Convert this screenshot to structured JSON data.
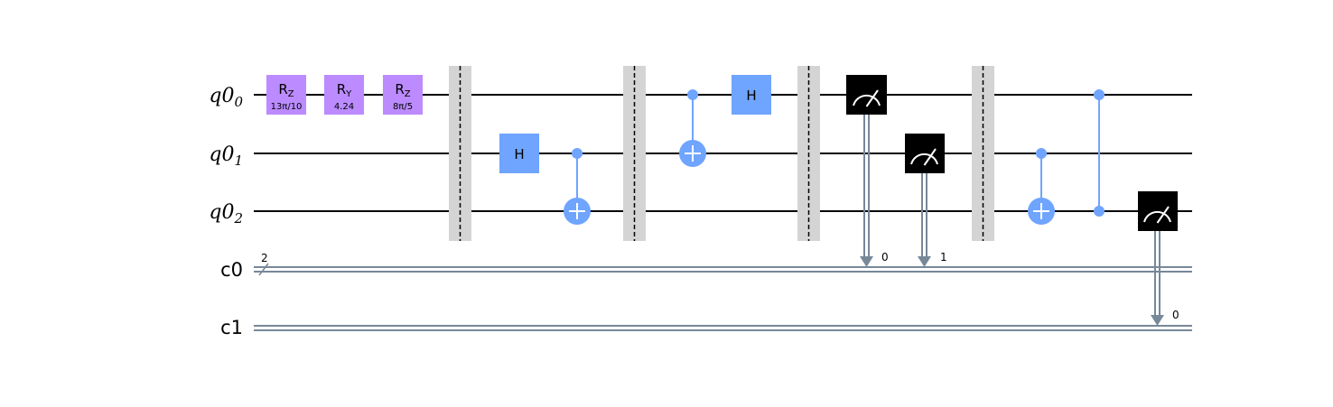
{
  "qubits": [
    {
      "base": "q0",
      "sub": "0"
    },
    {
      "base": "q0",
      "sub": "1"
    },
    {
      "base": "q0",
      "sub": "2"
    }
  ],
  "clbits": [
    {
      "label": "c0",
      "width": "2"
    },
    {
      "label": "c1"
    }
  ],
  "gates": {
    "rz1": {
      "name": "R",
      "sub": "Z",
      "param": "13π/10"
    },
    "ry": {
      "name": "R",
      "sub": "Y",
      "param": "4.24"
    },
    "rz2": {
      "name": "R",
      "sub": "Z",
      "param": "8π/5"
    },
    "h": "H"
  },
  "measure_bits": {
    "m1": "0",
    "m2": "1",
    "m3": "0"
  },
  "colors": {
    "rotation_gate": "#bb8bff",
    "hadamard_gate": "#6fa4ff",
    "control": "#6fa4ff",
    "barrier": "#d4d4d4",
    "measure": "#000000",
    "classical_wire": "#778899",
    "wire": "#000000"
  }
}
